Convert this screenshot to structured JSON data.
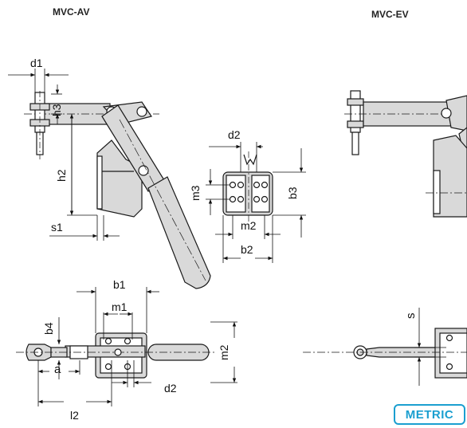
{
  "titles": {
    "left": "MVC-AV",
    "right": "MVC-EV"
  },
  "badge": "METRIC",
  "dims": {
    "d1": "d1",
    "h3": "h3",
    "h2": "h2",
    "s1": "s1",
    "d2_top": "d2",
    "m3": "m3",
    "b3": "b3",
    "m2_top": "m2",
    "b2": "b2",
    "b1": "b1",
    "m1": "m1",
    "b4": "b4",
    "m2_bottom": "m2",
    "a": "a",
    "d2_bottom": "d2",
    "l2": "l2",
    "s": "s"
  },
  "colors": {
    "part_fill": "#d9d9d9",
    "line": "#1a1a1a",
    "accent": "#1b9fd0"
  }
}
